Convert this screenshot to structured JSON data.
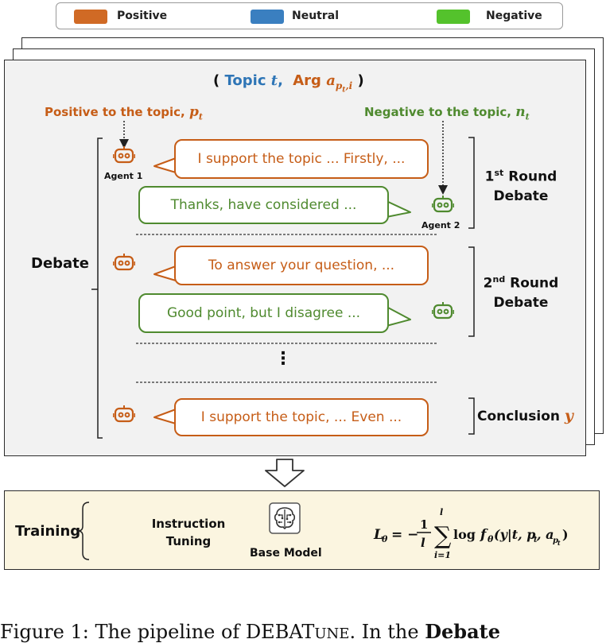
{
  "legend": {
    "positive_label": "Positive",
    "neutral_label": "Neutral",
    "negative_label": "Negative",
    "positive_color": "#d06a25",
    "neutral_color": "#3a7fc0",
    "negative_color": "#54c22c"
  },
  "header": {
    "open_paren": "(",
    "topic_word": "Topic",
    "topic_var": "t",
    "comma": ",",
    "arg_word": "Arg",
    "arg_var": "a",
    "arg_sub": "p",
    "arg_subsub": "t",
    "arg_sub_tail": ",i",
    "close_paren": ")"
  },
  "positive_side": {
    "label": "Positive to the topic,",
    "var": "p",
    "var_sub": "t"
  },
  "negative_side": {
    "label": "Negative to the topic,",
    "var": "n",
    "var_sub": "t"
  },
  "agents": {
    "agent1": "Agent 1",
    "agent2": "Agent 2"
  },
  "debate_label": "Debate",
  "messages": [
    "I support the topic ... Firstly, ...",
    "Thanks, have considered ...",
    "To answer your question, ...",
    "Good point, but I disagree ...",
    "I support the topic, ... Even ..."
  ],
  "rounds": {
    "round1_num": "1",
    "round1_sup": "st",
    "round1_word": "Round",
    "round1_line2": "Debate",
    "round2_num": "2",
    "round2_sup": "nd",
    "round2_word": "Round",
    "round2_line2": "Debate",
    "ellipsis": "⋮",
    "conclusion": "Conclusion",
    "conclusion_var": "y"
  },
  "training": {
    "label": "Training",
    "instruction_line1": "Instruction",
    "instruction_line2": "Tuning",
    "base_model": "Base Model"
  },
  "caption": {
    "prefix": "Figure 1: The pipeline of DEBAT",
    "suffix_small": "UNE",
    "mid": ". In the ",
    "bold": "Debate"
  }
}
